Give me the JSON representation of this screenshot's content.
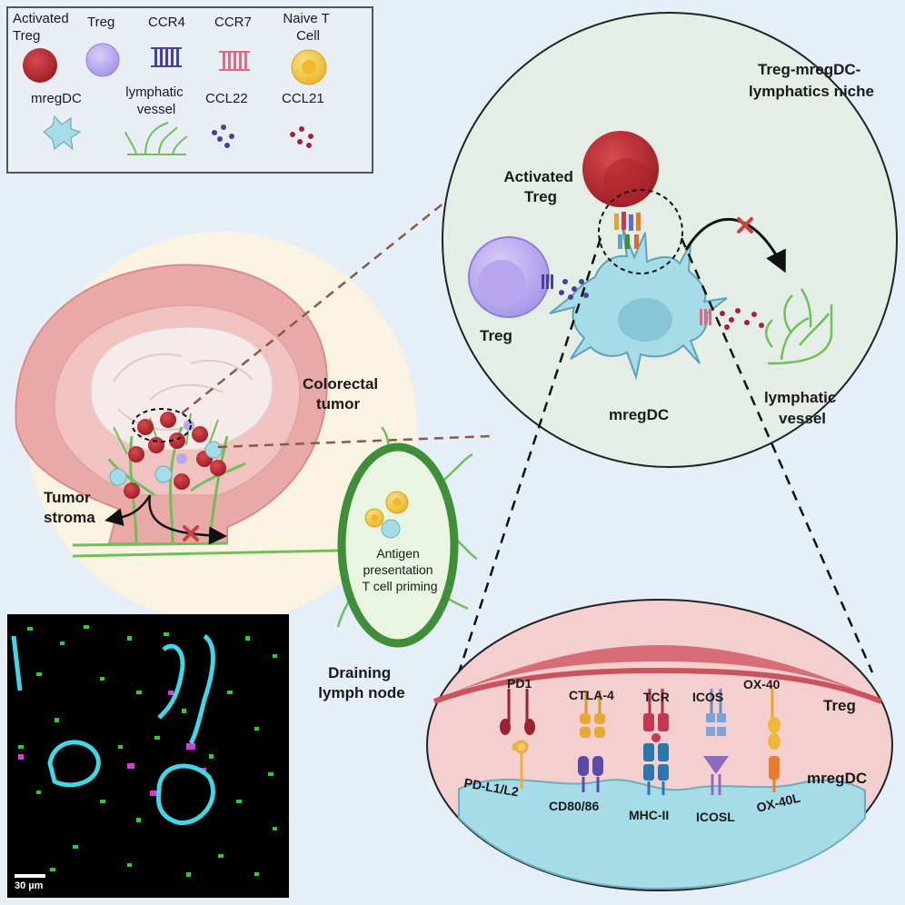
{
  "legend": {
    "activated_treg": [
      "Activated",
      "Treg"
    ],
    "treg": "Treg",
    "ccr4": "CCR4",
    "ccr7": "CCR7",
    "naive_t_cell": [
      "Naive T",
      "Cell"
    ],
    "mregdc": "mregDC",
    "lymphatic_vessel": [
      "lymphatic",
      "vessel"
    ],
    "ccl22": "CCL22",
    "ccl21": "CCL21"
  },
  "niche": {
    "title": [
      "Treg-mregDC-",
      "lymphatics niche"
    ],
    "activated_treg": [
      "Activated",
      "Treg"
    ],
    "treg": "Treg",
    "mregdc": "mregDC",
    "lymphatic_vessel": [
      "lymphatic",
      "vessel"
    ]
  },
  "tumor": {
    "label": [
      "Colorectal",
      "tumor"
    ],
    "stroma": [
      "Tumor",
      "stroma"
    ]
  },
  "lymph_node": {
    "inner": [
      "Antigen",
      "presentation",
      "T cell priming"
    ],
    "label": [
      "Draining",
      "lymph node"
    ]
  },
  "synapse": {
    "treg_label": "Treg",
    "mregdc_label": "mregDC",
    "top_molecules": [
      "PD1",
      "CTLA-4",
      "TCR",
      "ICOS",
      "OX-40"
    ],
    "bottom_molecules": [
      "PD-L1/L2",
      "CD80/86",
      "MHC-II",
      "ICOSL",
      "OX-40L"
    ]
  },
  "micrograph": {
    "scale_bar": "30 µm"
  },
  "colors": {
    "background": "#e6eef8",
    "activated_treg": "#b8262e",
    "treg": "#b9a8ee",
    "ccr4": "#4a3f9a",
    "ccr7": "#e06a84",
    "naive_t": "#f3c53a",
    "mregdc": "#a6dce7",
    "lymphatic": "#6fbf5b",
    "ccl22": "#4a3f9a",
    "ccl21": "#a3213f"
  }
}
